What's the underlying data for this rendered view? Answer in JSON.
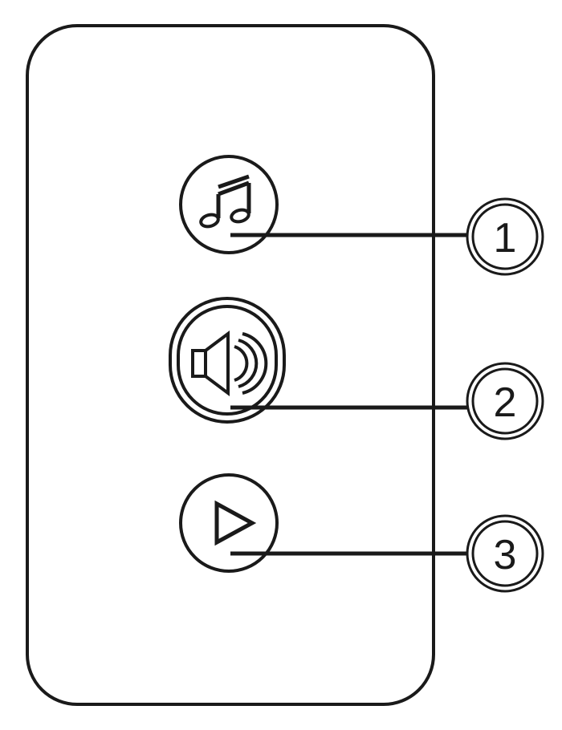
{
  "callouts": [
    {
      "number": "1",
      "icon": "music-note-icon"
    },
    {
      "number": "2",
      "icon": "speaker-volume-icon"
    },
    {
      "number": "3",
      "icon": "play-icon"
    }
  ],
  "colors": {
    "line": "#1a1a1a",
    "background": "#ffffff"
  }
}
